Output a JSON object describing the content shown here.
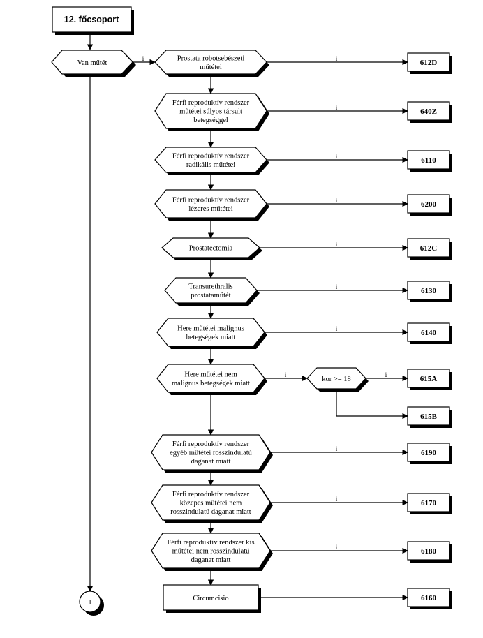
{
  "title": "12. főcsoport",
  "start_decision": "Van műtét",
  "yes_mark": "i",
  "connector_label": "1",
  "conditions": [
    {
      "lines": [
        "Prostata robotsebészeti",
        "műtétei"
      ],
      "code": "612D"
    },
    {
      "lines": [
        "Férfi reproduktív rendszer",
        "műtétei súlyos társult",
        "betegséggel"
      ],
      "code": "640Z"
    },
    {
      "lines": [
        "Férfi reproduktív rendszer",
        "radikális műtétei"
      ],
      "code": "6110"
    },
    {
      "lines": [
        "Férfi reproduktív rendszer",
        "lézeres műtétei"
      ],
      "code": "6200"
    },
    {
      "lines": [
        "Prostatectomia"
      ],
      "code": "612C"
    },
    {
      "lines": [
        "Transurethralis",
        "prostataműtét"
      ],
      "code": "6130"
    },
    {
      "lines": [
        "Here műtétei malignus",
        "betegségek miatt"
      ],
      "code": "6140"
    },
    {
      "lines": [
        "Here műtétei nem",
        "malignus betegségek miatt"
      ],
      "code": "615A",
      "sub_condition": "kor >= 18",
      "else_code": "615B"
    },
    {
      "lines": [
        "Férfi reproduktív rendszer",
        "egyéb műtétei rosszindulatú",
        "daganat miatt"
      ],
      "code": "6190"
    },
    {
      "lines": [
        "Férfi reproduktív rendszer",
        "közepes műtétei nem",
        "rosszindulatú daganat miatt"
      ],
      "code": "6170"
    },
    {
      "lines": [
        "Férfi reproduktív rendszer kis",
        "műtétei nem rosszindulatú",
        "daganat miatt"
      ],
      "code": "6180"
    }
  ],
  "final_process": {
    "label": "Circumcisio",
    "code": "6160"
  }
}
